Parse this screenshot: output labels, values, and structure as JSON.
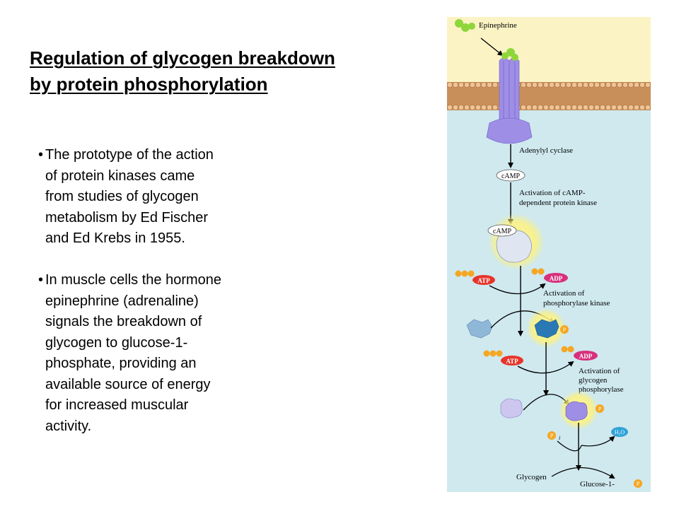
{
  "slide": {
    "title_line1": "Regulation of glycogen breakdown",
    "title_line2": "by protein phosphorylation",
    "bullets": [
      {
        "symbol": "•",
        "lines": [
          "The prototype of the action",
          "of protein kinases came",
          "from studies of glycogen",
          "metabolism by Ed Fischer",
          "and Ed Krebs in 1955."
        ]
      },
      {
        "symbol": "•",
        "lines": [
          "In muscle cells the hormone",
          "epinephrine (adrenaline)",
          "signals the breakdown of",
          "glycogen to glucose-1-",
          "phosphate, providing an",
          "available source of energy",
          "for increased muscular",
          "activity."
        ]
      }
    ]
  },
  "diagram": {
    "colors": {
      "extracellular": "#fbf3c4",
      "cytoplasm": "#cfe9ef",
      "membrane": "#c98f5a",
      "hormone": "#8fd63a",
      "receptor": "#9e8ee6",
      "atp": "#e8342a",
      "adp": "#d8307c",
      "phosphate": "#f5a623",
      "water": "#2fa3d8",
      "inactive_kinase": "#8fb7d8",
      "active_kinase": "#2a79b5"
    },
    "labels": {
      "epinephrine": "Epinephrine",
      "adenylyl_cyclase": "Adenylyl cyclase",
      "camp": "cAMP",
      "camp_bound": "cAMP",
      "pka_line1": "Activation of cAMP-",
      "pka_line2": "dependent protein kinase",
      "atp1": "ATP",
      "adp1": "ADP",
      "phk_line1": "Activation of",
      "phk_line2": "phosphorylase kinase",
      "p1": "P",
      "atp2": "ATP",
      "adp2": "ADP",
      "gp_line1": "Activation of",
      "gp_line2": "glycogen",
      "gp_line3": "phosphorylase",
      "p2": "P",
      "pi_main": "P",
      "pi_sub": "i",
      "h2o": "H₂O",
      "glycogen": "Glycogen",
      "glucose": "Glucose-1-",
      "p3": "P"
    }
  }
}
